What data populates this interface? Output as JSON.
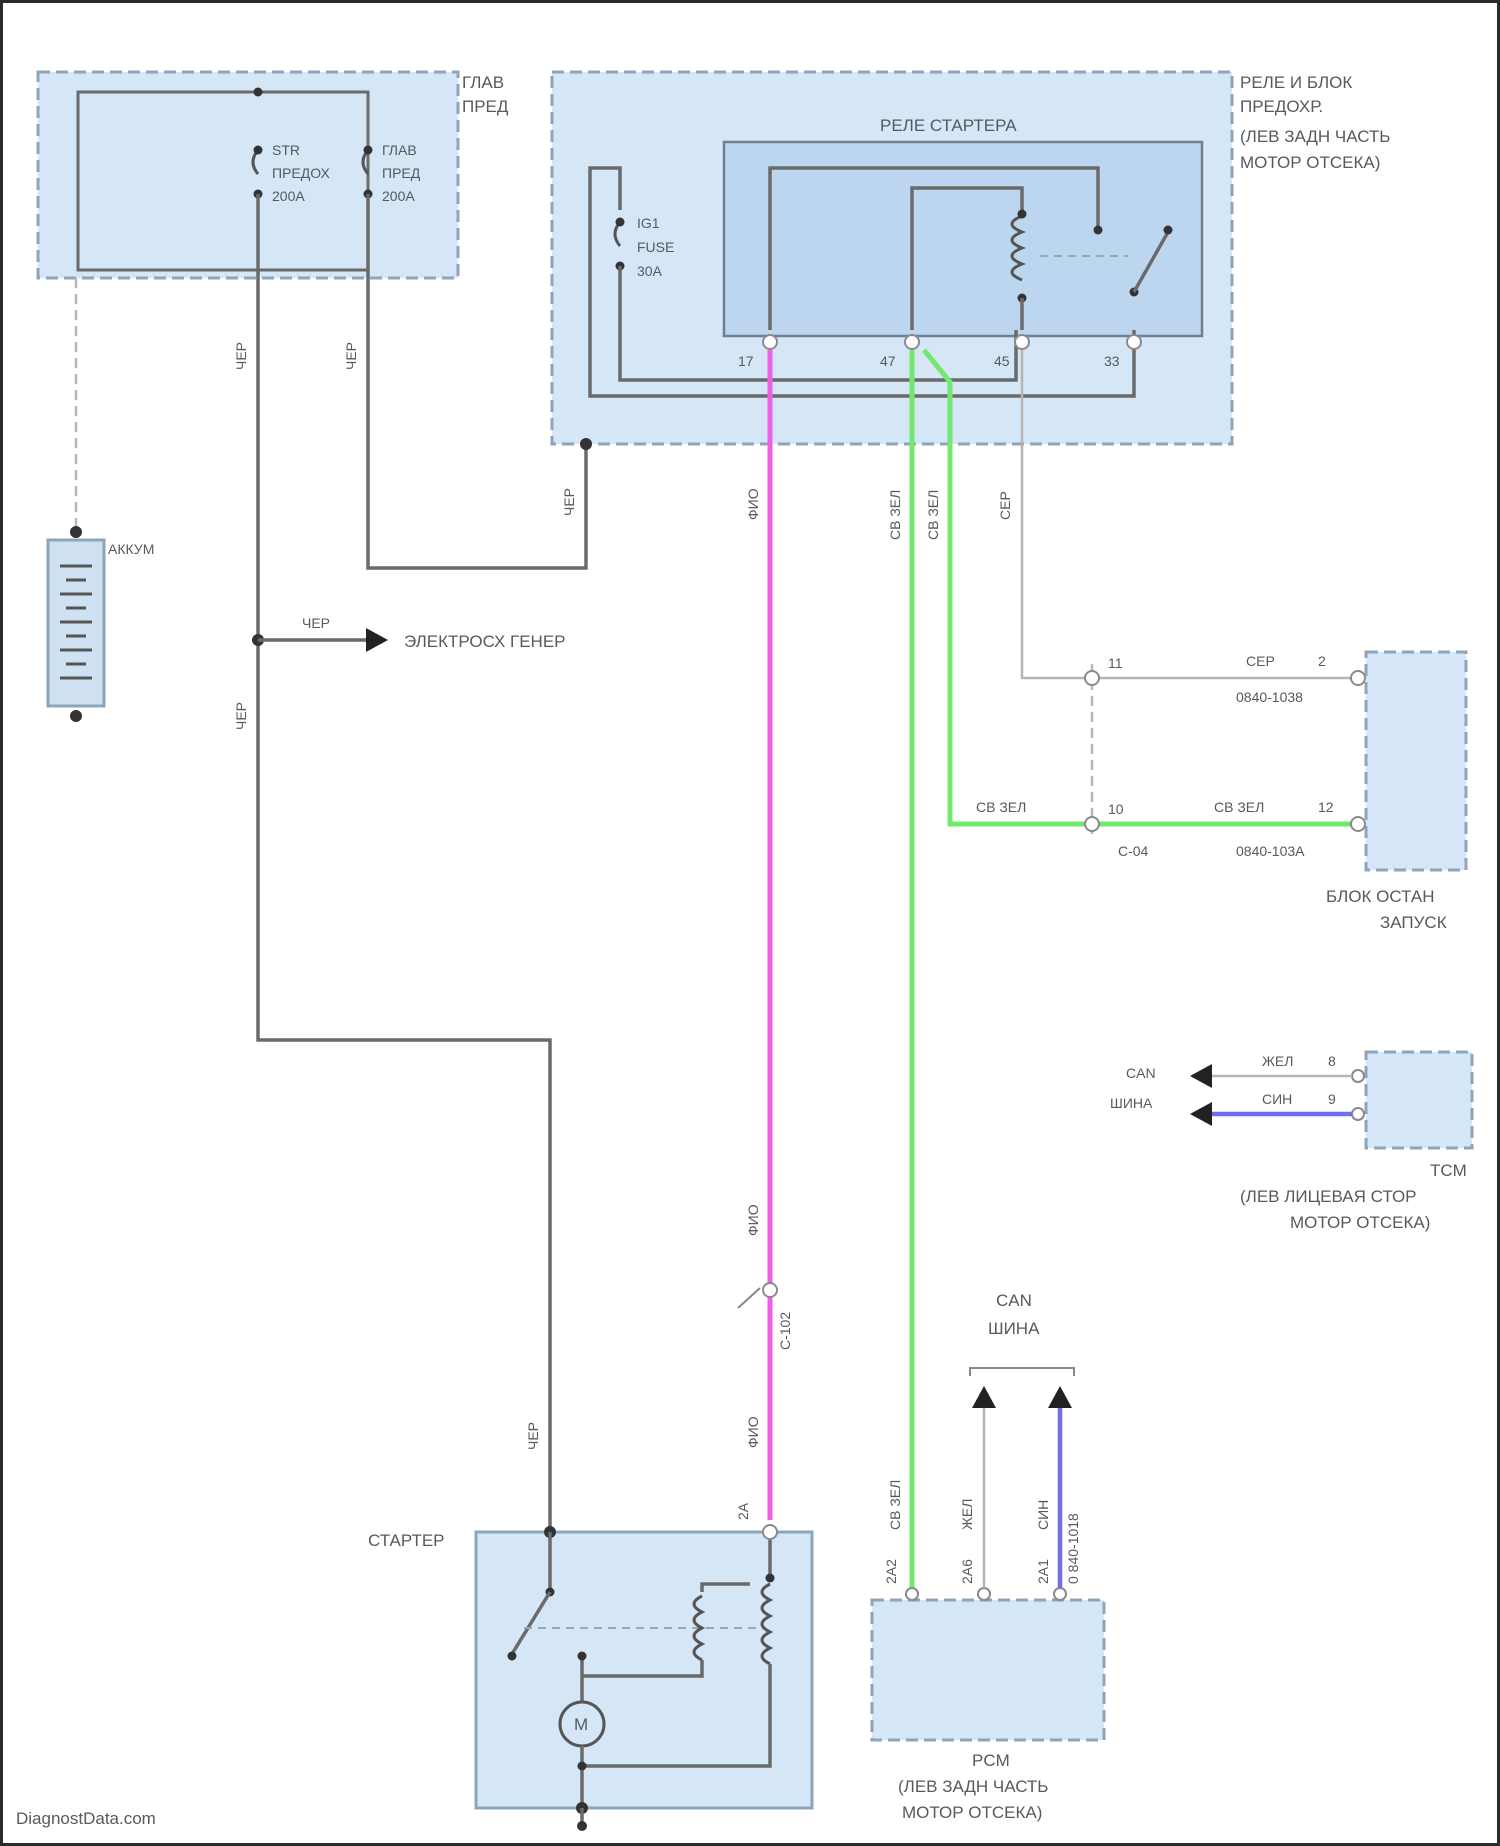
{
  "footer": {
    "source": "DiagnostData.com"
  },
  "fuse_box_main": {
    "label_line1": "ГЛАВ",
    "label_line2": "ПРЕД",
    "fuse_left": {
      "name": "STR",
      "line2": "ПРЕДОХ",
      "rating": "200A"
    },
    "fuse_right": {
      "name": "ГЛАВ",
      "line2": "ПРЕД",
      "rating": "200A"
    }
  },
  "relay_box": {
    "label_line1": "РЕЛЕ И БЛОК",
    "label_line2": "ПРЕДОХР.",
    "label_line3": "(ЛЕВ ЗАДН ЧАСТЬ",
    "label_line4": "МОТОР ОТСЕКА)",
    "relay_title": "РЕЛЕ СТАРТЕРА",
    "fuse": {
      "name": "IG1",
      "line2": "FUSE",
      "rating": "30A"
    },
    "pins": [
      "17",
      "47",
      "45",
      "33"
    ]
  },
  "battery": {
    "label": "АККУМ"
  },
  "alternator_ref": {
    "wire": "ЧЕР",
    "label": "ЭЛЕКТРОСХ ГЕНЕР"
  },
  "wire_colors": {
    "black": "ЧЕР",
    "pink": "ФИО",
    "green": "СВ ЗЕЛ",
    "gray": "СЕР",
    "yellow": "ЖЕЛ",
    "blue": "СИН"
  },
  "connectors": {
    "c04": "C-04",
    "c102": "C-102",
    "c04_pin": "11",
    "c04_pin2": "10",
    "stop_start_pin1": "2",
    "stop_start_pin2": "12",
    "stop_start_conn1": "0840-1038",
    "stop_start_conn2": "0840-103A"
  },
  "stop_start_unit": {
    "line1": "БЛОК ОСТАН",
    "line2": "ЗАПУСК"
  },
  "tcm": {
    "label": "TCM",
    "line2": "(ЛЕВ ЛИЦЕВАЯ СТОР",
    "line3": "МОТОР ОТСЕКА)",
    "can_line1": "CAN",
    "can_line2": "ШИНА",
    "pin1": "8",
    "pin2": "9"
  },
  "pcm": {
    "label": "PCM",
    "line2": "(ЛЕВ ЗАДН ЧАСТЬ",
    "line3": "МОТОР ОТСЕКА)",
    "can_line1": "CAN",
    "can_line2": "ШИНА",
    "pins": [
      "2A2",
      "2A6",
      "2A1"
    ],
    "conn": "0 840-1018"
  },
  "starter": {
    "label": "СТАРТЕР",
    "pin": "2A",
    "motor": "M"
  }
}
